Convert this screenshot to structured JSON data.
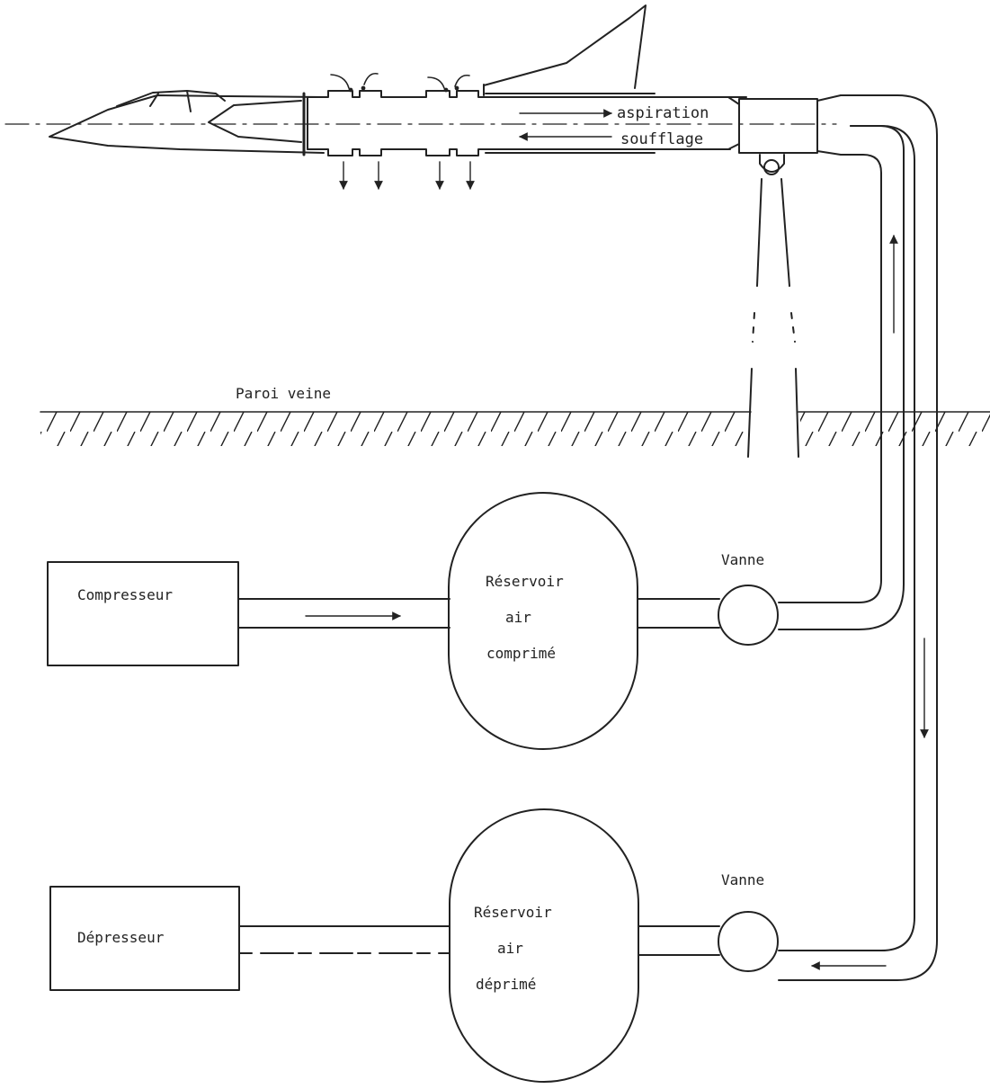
{
  "labels": {
    "aspiration": "aspiration",
    "soufflage": "soufflage",
    "paroi_veine": "Paroi veine",
    "compresseur": "Compresseur",
    "depresseur": "Dépresseur",
    "reservoir_top": [
      "Réservoir",
      "air",
      "comprimé"
    ],
    "reservoir_bottom": [
      "Réservoir",
      "air",
      "déprimé"
    ],
    "vanne_top": "Vanne",
    "vanne_bottom": "Vanne"
  },
  "colors": {
    "ink": "#222222",
    "background": "#ffffff"
  }
}
